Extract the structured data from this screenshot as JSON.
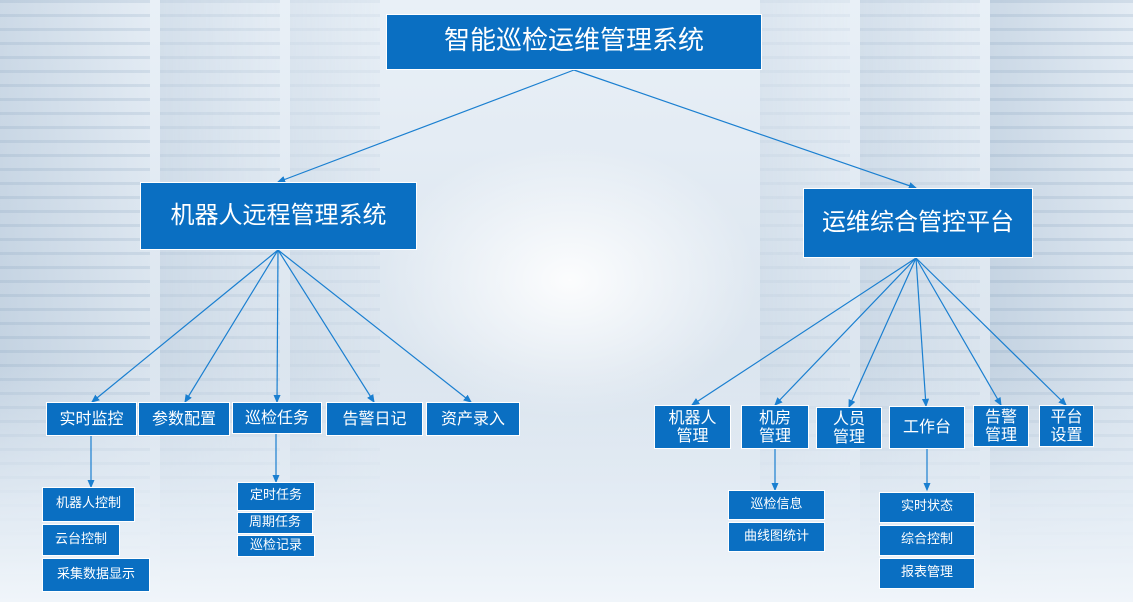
{
  "diagram": {
    "root": "智能巡检运维管理系统",
    "left_branch": {
      "title": "机器人远程管理系统",
      "modules": [
        "实时监控",
        "参数配置",
        "巡检任务",
        "告警日记",
        "资产录入"
      ],
      "monitor_children": [
        "机器人控制",
        "云台控制",
        "采集数据显示"
      ],
      "task_children": [
        "定时任务",
        "周期任务",
        "巡检记录"
      ]
    },
    "right_branch": {
      "title": "运维综合管控平台",
      "modules": [
        "机器人\n管理",
        "机房\n管理",
        "人员\n管理",
        "工作台",
        "告警\n管理",
        "平台\n设置"
      ],
      "room_children": [
        "巡检信息",
        "曲线图统计"
      ],
      "workbench_children": [
        "实时状态",
        "综合控制",
        "报表管理"
      ]
    },
    "colors": {
      "box_fill": "#0a6fc2",
      "box_border": "#ffffff",
      "line": "#1a7fd0"
    }
  }
}
